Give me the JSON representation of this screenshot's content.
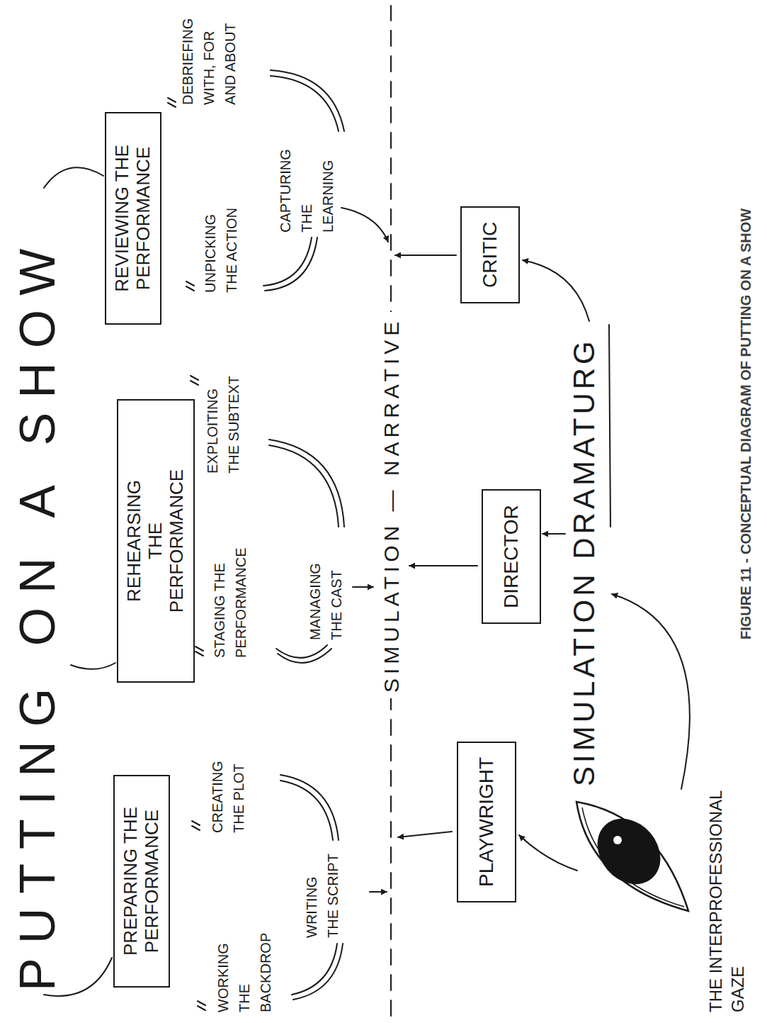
{
  "diagram": {
    "title": "PUTTING ON A SHOW",
    "caption": "FIGURE 11 - CONCEPTUAL DIAGRAM OF PUTTING ON A SHOW",
    "nodes": [
      {
        "text": [
          "PREPARING THE PERFORMANCE"
        ]
      },
      {
        "text": [
          "REHEARSING THE PERFORMANCE"
        ]
      },
      {
        "text": [
          "REVIEWING THE PERFORMANCE"
        ]
      },
      {
        "text": [
          "PLAYWRIGHT"
        ]
      },
      {
        "text": [
          "DIRECTOR"
        ]
      },
      {
        "text": [
          "CRITIC"
        ]
      }
    ],
    "labels": [
      "WORKING THE BACKDROP",
      "CREATING THE PLOT",
      "WRITING THE SCRIPT",
      "STAGING THE PERFORMANCE",
      "EXPLOITING THE SUBTEXT",
      "MANAGING THE CAST",
      "UNPICKING THE ACTION",
      "DEBRIEFING WITH, FOR AND ABOUT",
      "CAPTURING THE LEARNING",
      "SIMULATION — NARRATIVE",
      "SIMULATION DRAMATURG",
      "THE INTERPROFESSIONAL GAZE"
    ]
  }
}
